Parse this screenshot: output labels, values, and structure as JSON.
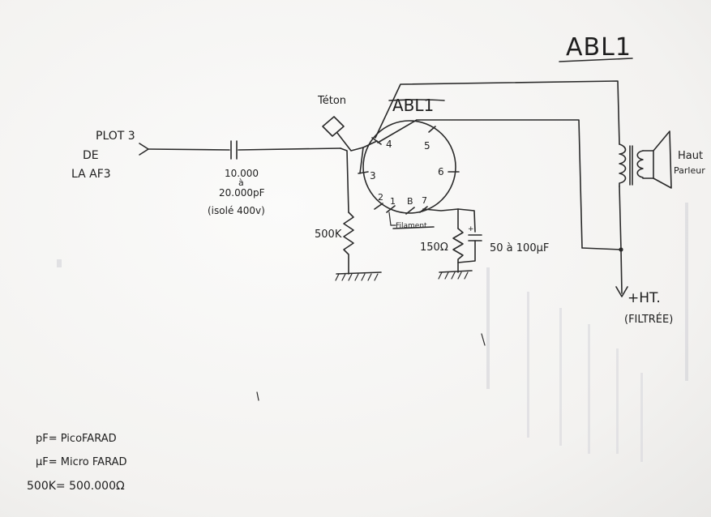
{
  "diagram": {
    "title": "ABL1",
    "tube_label": "ABL1",
    "input": {
      "line1": "PLOT 3",
      "line2": "DE",
      "line3": "LA AF3"
    },
    "capacitor": {
      "value1": "10.000",
      "sep": "à",
      "value2": "20.000pF",
      "note": "(isolé 400v)"
    },
    "teton": "Téton",
    "pins": [
      "4",
      "5",
      "6",
      "3",
      "2",
      "1",
      "B",
      "7"
    ],
    "filament": "Filament",
    "resistor_grid": "500K",
    "resistor_cathode": "150Ω",
    "capacitor_cathode": "50 à 100μF",
    "speaker": {
      "line1": "Haut",
      "line2": "Parleur"
    },
    "ht": {
      "line1": "+HT.",
      "line2": "(FILTRÉE)"
    },
    "legend": [
      "pF= PicoFARAD",
      "μF= Micro FARAD",
      "500K= 500.000Ω"
    ]
  }
}
